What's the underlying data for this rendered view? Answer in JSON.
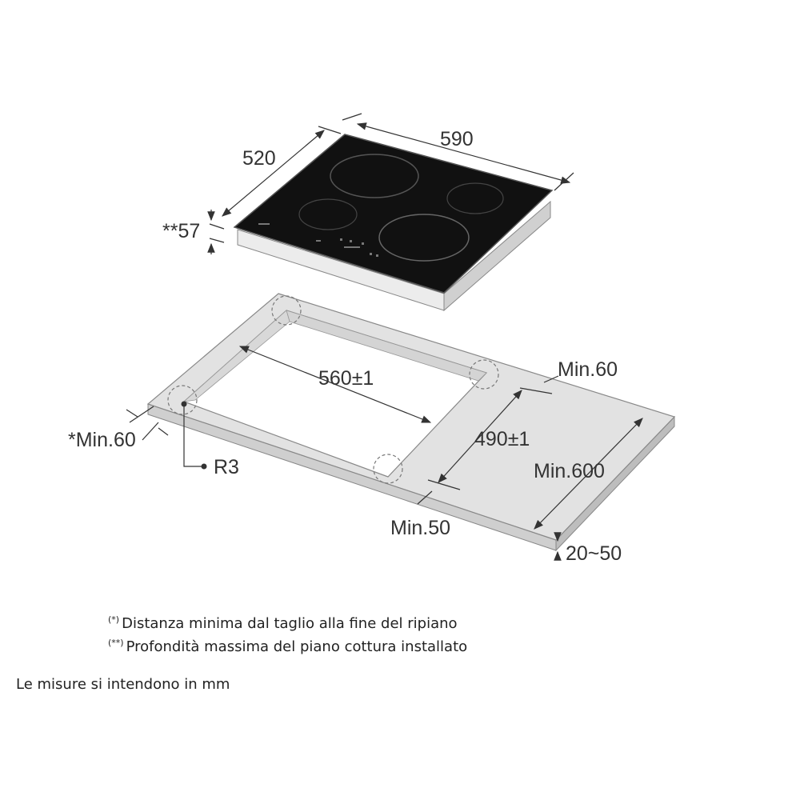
{
  "diagram": {
    "hob": {
      "width_label": "590",
      "depth_label": "520",
      "height_label": "**57",
      "glass_color": "#111111",
      "frame_color": "#e6e6e6"
    },
    "countertop": {
      "cutout_width_label": "560±1",
      "cutout_depth_label": "490±1",
      "rear_margin_label": "Min.60",
      "front_margin_label": "Min.50",
      "side_margin_label": "*Min.60",
      "corner_radius_label": "R3",
      "counter_depth_label": "Min.600",
      "thickness_label": "20~50",
      "surface_color": "#e0e0e0"
    }
  },
  "notes": {
    "note1_marker": "(*)",
    "note1_text": "Distanza minima dal taglio alla fine del ripiano",
    "note2_marker": "(**)",
    "note2_text": "Profondità massima del piano cottura installato",
    "units": "Le misure si intendono in mm"
  }
}
